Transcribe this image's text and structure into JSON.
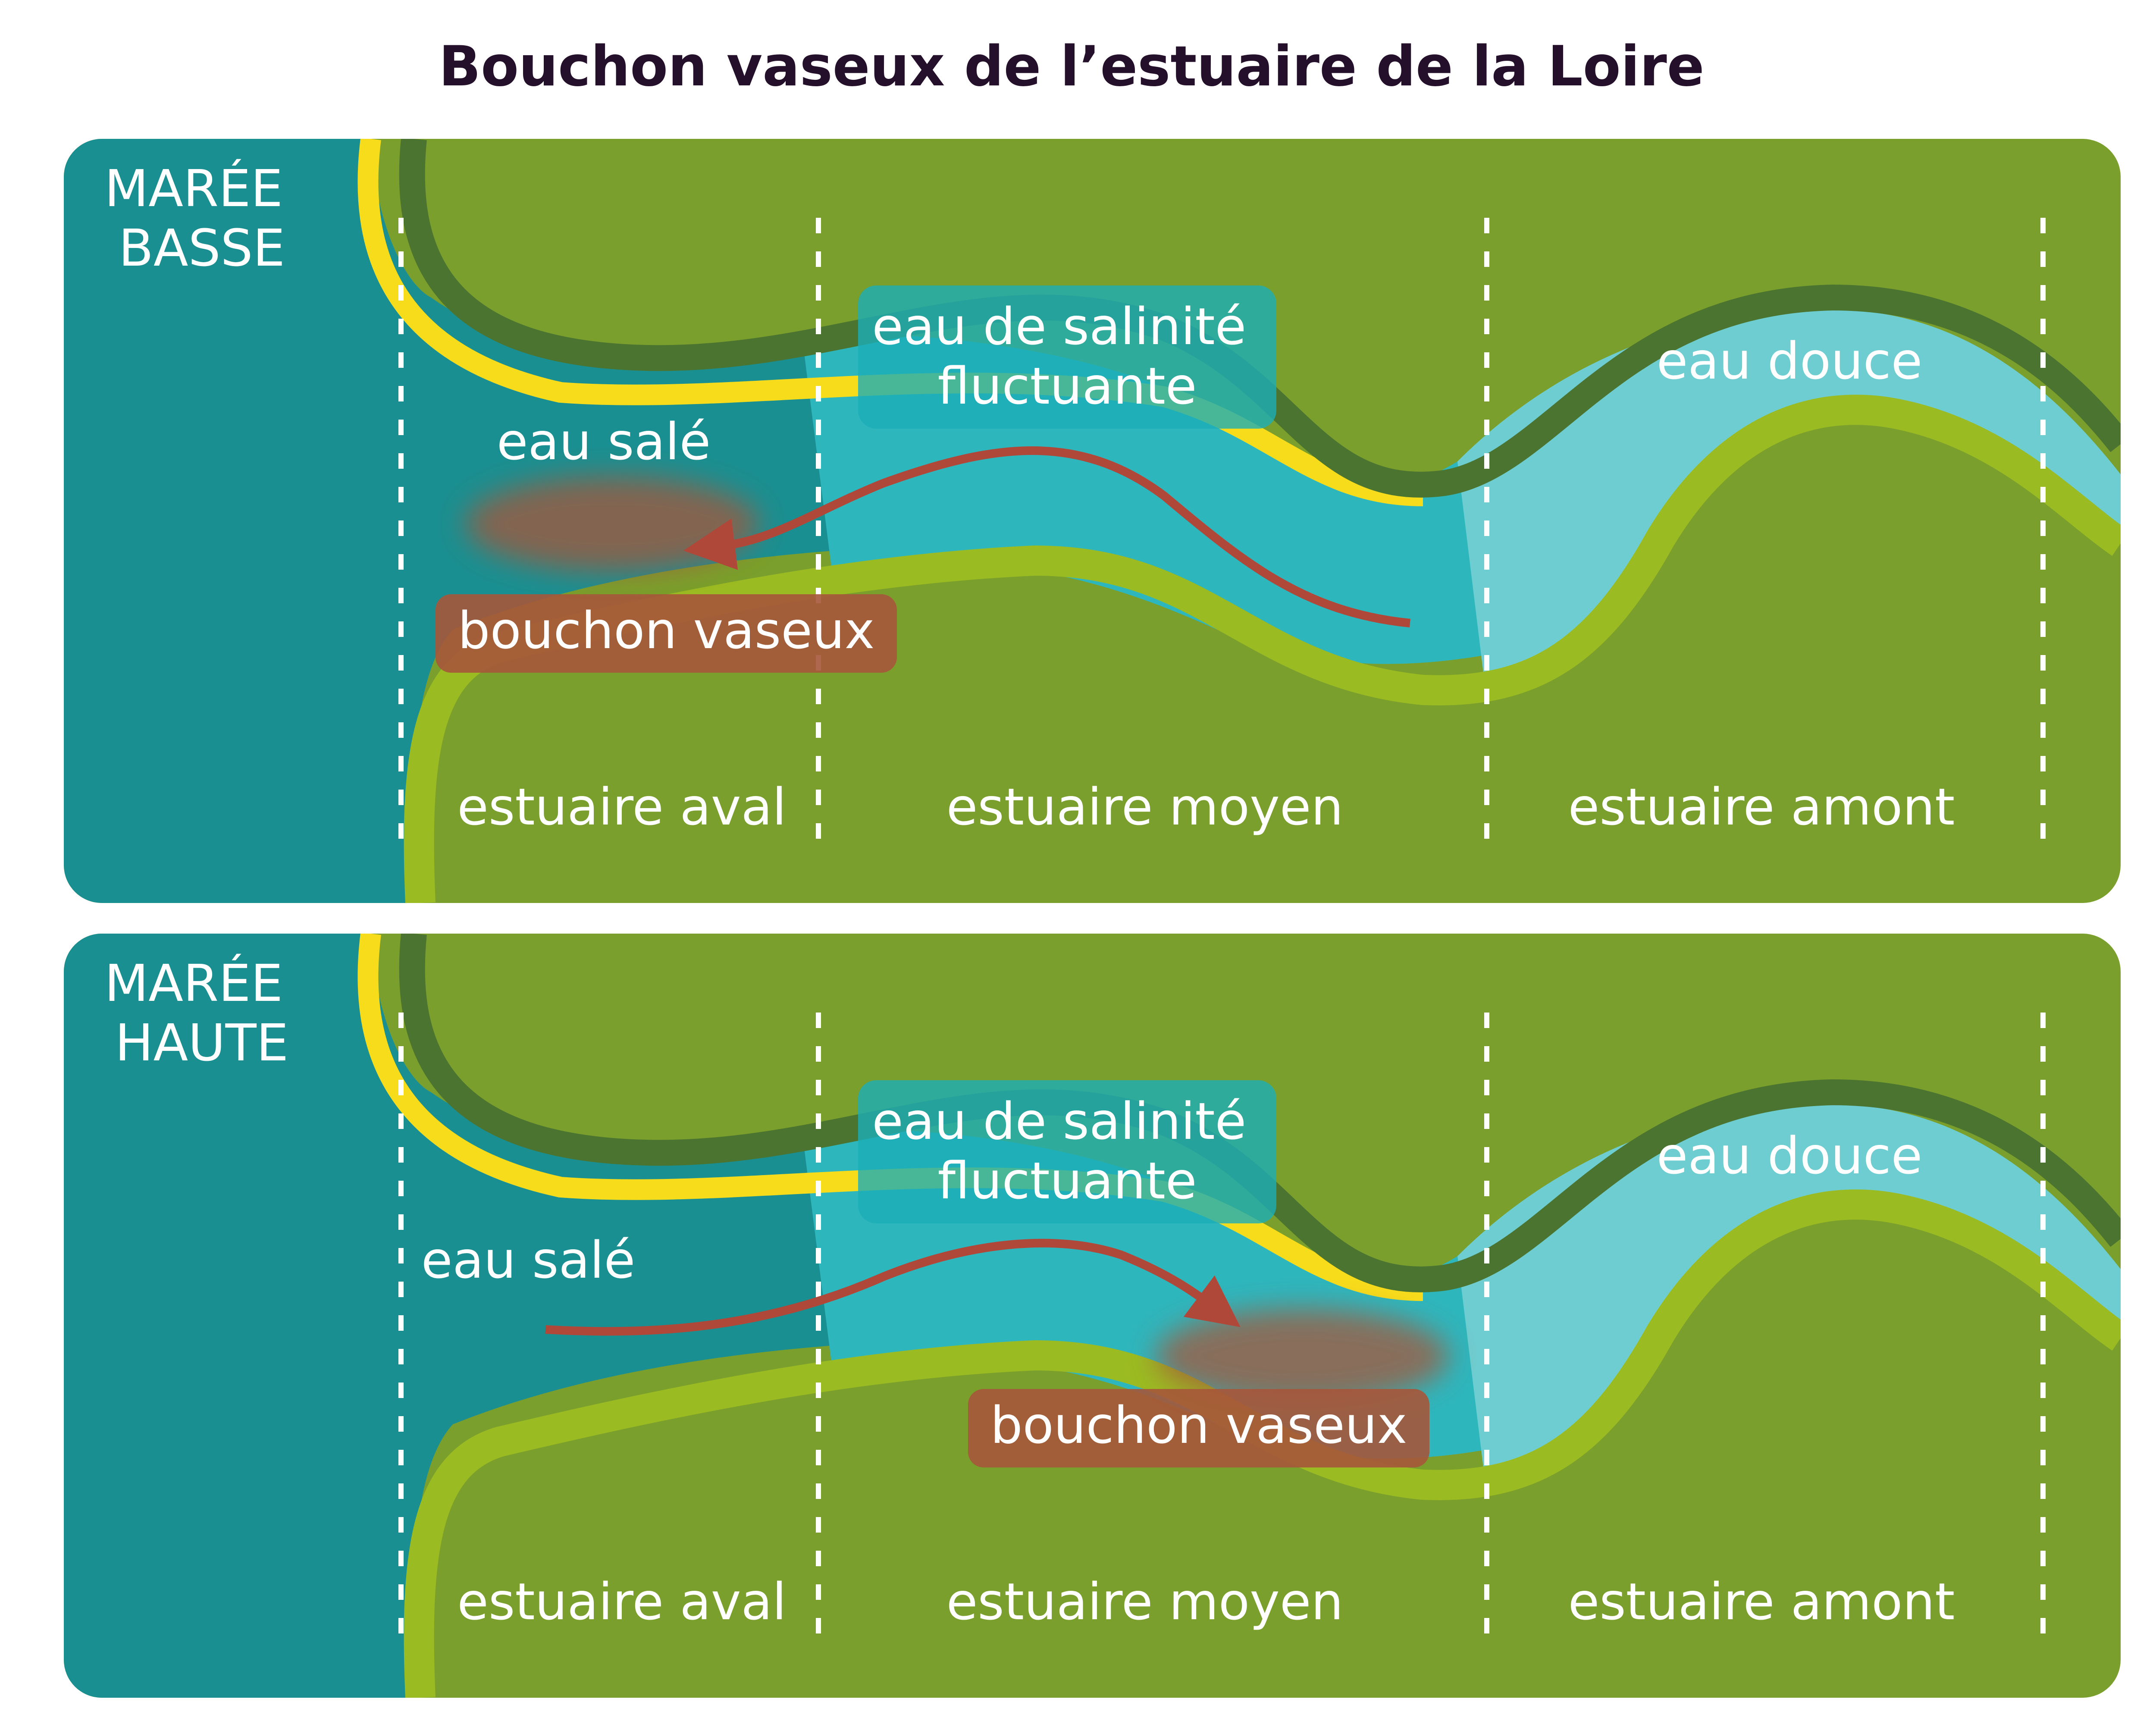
{
  "title": "Bouchon vaseux de l’estuaire de la Loire",
  "colors": {
    "sea": "#1a8f91",
    "land": "#7a9f2c",
    "dark_bank": "#4a7430",
    "yellow_bank": "#f7dc1c",
    "light_bank": "#9bbb22",
    "brackish_water": "#2eb6bd",
    "fresh_water": "#6ecdd0",
    "label_box": "#1caeb6",
    "mud": "#a6573a",
    "arrow": "#b0483a",
    "divider": "#ffffff"
  },
  "panels": [
    {
      "id": "maree-basse",
      "tide_label": [
        "MARÉE",
        "BASSE"
      ],
      "salt_label": "eau salé",
      "brackish_label": [
        "eau de salinité",
        "fluctuante"
      ],
      "fresh_label": "eau douce",
      "mud_label": "bouchon vaseux",
      "zones": [
        "estuaire aval",
        "estuaire moyen",
        "estuaire amont"
      ],
      "arrow_direction": "downstream",
      "mud_location": "estuaire aval"
    },
    {
      "id": "maree-haute",
      "tide_label": [
        "MARÉE",
        "HAUTE"
      ],
      "salt_label": "eau salé",
      "brackish_label": [
        "eau de salinité",
        "fluctuante"
      ],
      "fresh_label": "eau douce",
      "mud_label": "bouchon vaseux",
      "zones": [
        "estuaire aval",
        "estuaire moyen",
        "estuaire amont"
      ],
      "arrow_direction": "upstream",
      "mud_location": "estuaire moyen"
    }
  ]
}
